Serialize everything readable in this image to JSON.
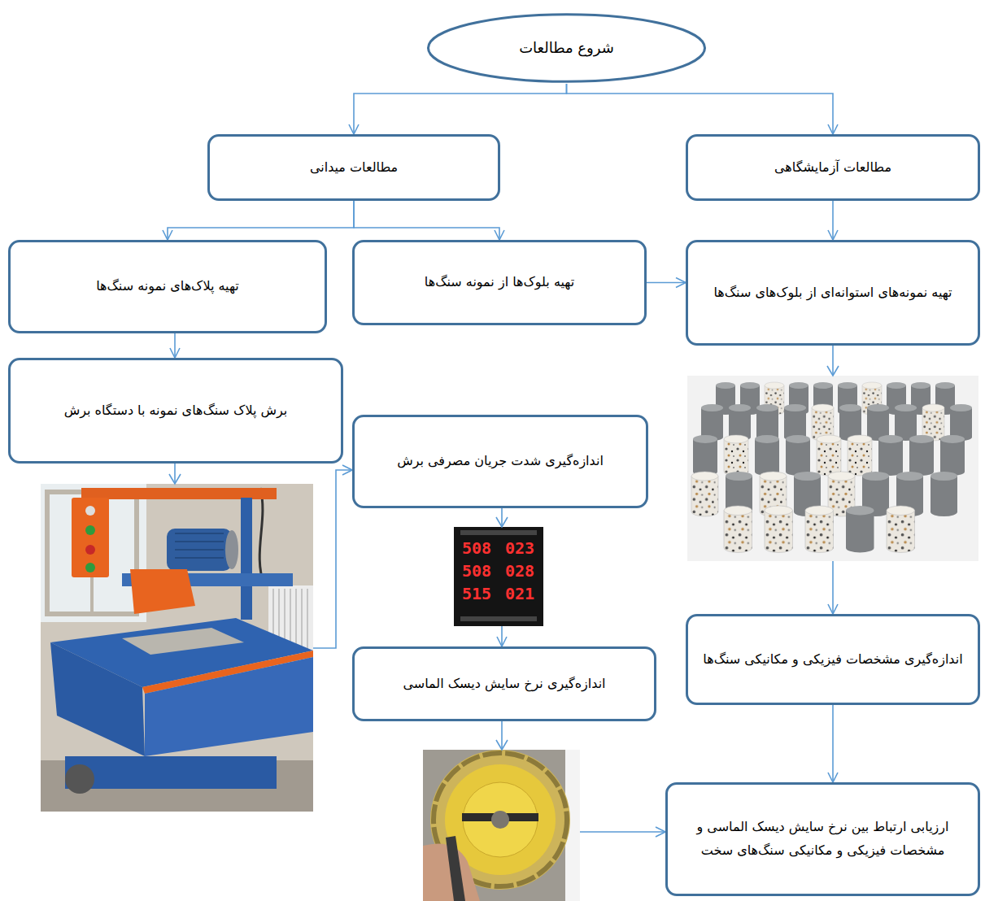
{
  "diagram": {
    "nodes": [
      {
        "text": [
          "شروع مطالعات"
        ]
      },
      {
        "text": [
          "مطالعات آزمایشگاهی"
        ]
      },
      {
        "text": [
          "مطالعات میدانی"
        ]
      },
      {
        "text": [
          "تهیه نمونه‌های استوانه‌ای از بلوک‌های سنگ‌ها"
        ]
      },
      {
        "text": [
          "تهیه بلوک‌ها از نمونه سنگ‌ها"
        ]
      },
      {
        "text": [
          "تهیه پلاک‌های نمونه سنگ‌ها"
        ]
      },
      {
        "text": [
          "برش پلاک سنگ‌های نمونه با دستگاه برش"
        ]
      },
      {
        "text": [
          "اندازه‌گیری شدت جریان مصرفی برش"
        ]
      },
      {
        "text": [
          "اندازه‌گیری نرخ سایش دیسک الماسی"
        ]
      },
      {
        "text": [
          "اندازه‌گیری مشخصات فیزیکی و مکانیکی سنگ‌ها"
        ]
      },
      {
        "text": [
          "ارزیابی ارتباط بین نرخ سایش دیسک الماسی و مشخصات فیزیکی و مکانیکی سنگ‌های سخت"
        ]
      }
    ],
    "edges": [
      {
        "from": 0,
        "to": 1,
        "arrow": "to"
      },
      {
        "from": 0,
        "to": 2,
        "arrow": "to"
      },
      {
        "from": 1,
        "to": 3,
        "arrow": "to"
      },
      {
        "from": 2,
        "to": 4,
        "arrow": "to"
      },
      {
        "from": 2,
        "to": 5,
        "arrow": "to"
      },
      {
        "from": 4,
        "to": 3,
        "arrow": "to"
      },
      {
        "from": 5,
        "to": 6,
        "arrow": "to"
      },
      {
        "from": 6,
        "to": 7,
        "arrow": "to"
      },
      {
        "from": 7,
        "to": 8,
        "arrow": "to"
      },
      {
        "from": 3,
        "to": 9,
        "arrow": "to"
      },
      {
        "from": 9,
        "to": 10,
        "arrow": "to"
      },
      {
        "from": 8,
        "to": 10,
        "arrow": "to"
      }
    ],
    "labels": [
      "508",
      "023",
      "508",
      "028",
      "515",
      "021"
    ]
  }
}
